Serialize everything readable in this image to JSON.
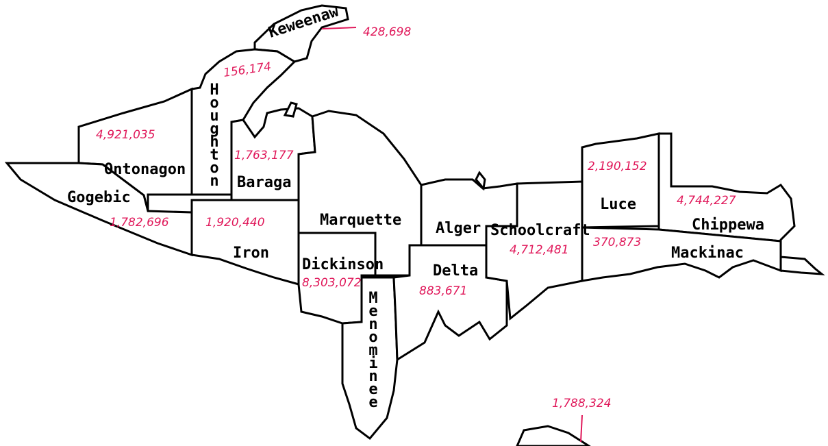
{
  "counties": [
    {
      "id": "keweenaw",
      "name": "Keweenaw",
      "value": "428,698"
    },
    {
      "id": "houghton",
      "name": "Houghton",
      "value": "156,174"
    },
    {
      "id": "ontonagon",
      "name": "Ontonagon",
      "value": "4,921,035"
    },
    {
      "id": "baraga",
      "name": "Baraga",
      "value": "1,763,177"
    },
    {
      "id": "gogebic",
      "name": "Gogebic",
      "value": "1,782,696"
    },
    {
      "id": "iron",
      "name": "Iron",
      "value": "1,920,440"
    },
    {
      "id": "marquette",
      "name": "Marquette",
      "value": ""
    },
    {
      "id": "dickinson",
      "name": "Dickinson",
      "value": "8,303,072"
    },
    {
      "id": "menominee",
      "name": "Menominee",
      "value": ""
    },
    {
      "id": "alger",
      "name": "Alger",
      "value": ""
    },
    {
      "id": "delta",
      "name": "Delta",
      "value": "883,671"
    },
    {
      "id": "schoolcraft",
      "name": "Schoolcraft",
      "value": "4,712,481"
    },
    {
      "id": "luce",
      "name": "Luce",
      "value": "2,190,152"
    },
    {
      "id": "chippewa",
      "name": "Chippewa",
      "value": "4,744,227"
    },
    {
      "id": "mackinac",
      "name": "Mackinac",
      "value": "370,873"
    }
  ],
  "extra_annotation": {
    "value": "1,788,324"
  },
  "colors": {
    "annotation": "#e0185a",
    "border": "#000000",
    "fill": "#ffffff"
  }
}
